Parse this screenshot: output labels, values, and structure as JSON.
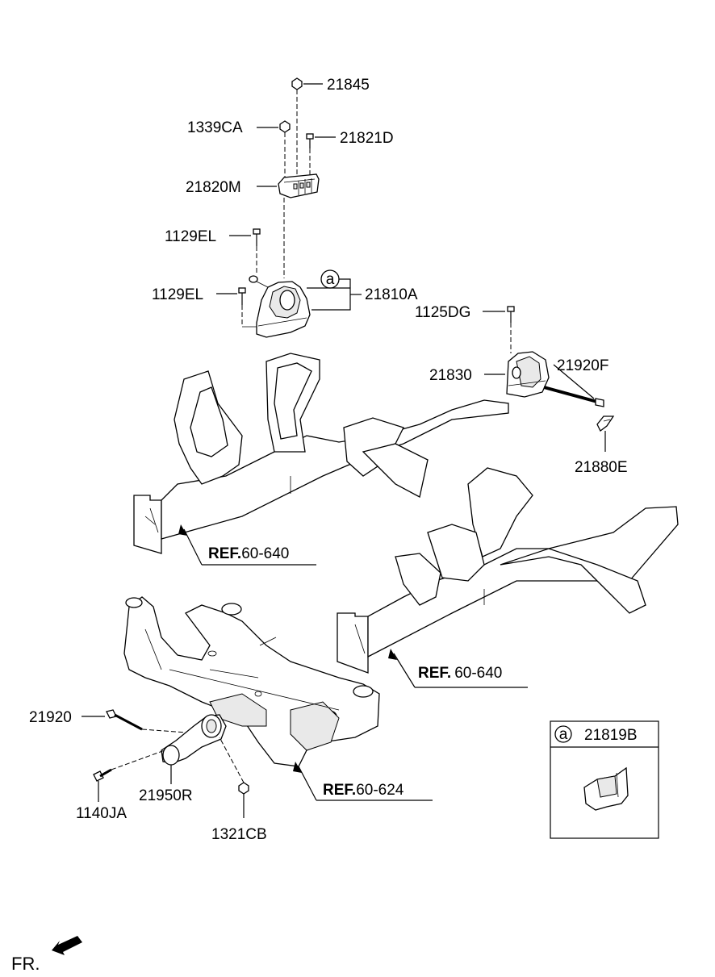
{
  "callouts": {
    "p21845": "21845",
    "p1339CA": "1339CA",
    "p21821D": "21821D",
    "p21820M": "21820M",
    "p1129EL_top": "1129EL",
    "p1129EL_bottom": "1129EL",
    "p21810A": "21810A",
    "p1125DG": "1125DG",
    "p21830": "21830",
    "p21920F": "21920F",
    "p21880E": "21880E",
    "p21920": "21920",
    "p1140JA": "1140JA",
    "p21950R": "21950R",
    "p1321CB": "1321CB"
  },
  "refs": [
    {
      "bold": "REF.",
      "num": "60-640"
    },
    {
      "bold": "REF.",
      "num": "60-640"
    },
    {
      "bold": "REF.",
      "num": "60-624"
    }
  ],
  "inset": {
    "marker": "a",
    "part": "21819B"
  },
  "circle_marker": "a",
  "direction": "FR."
}
